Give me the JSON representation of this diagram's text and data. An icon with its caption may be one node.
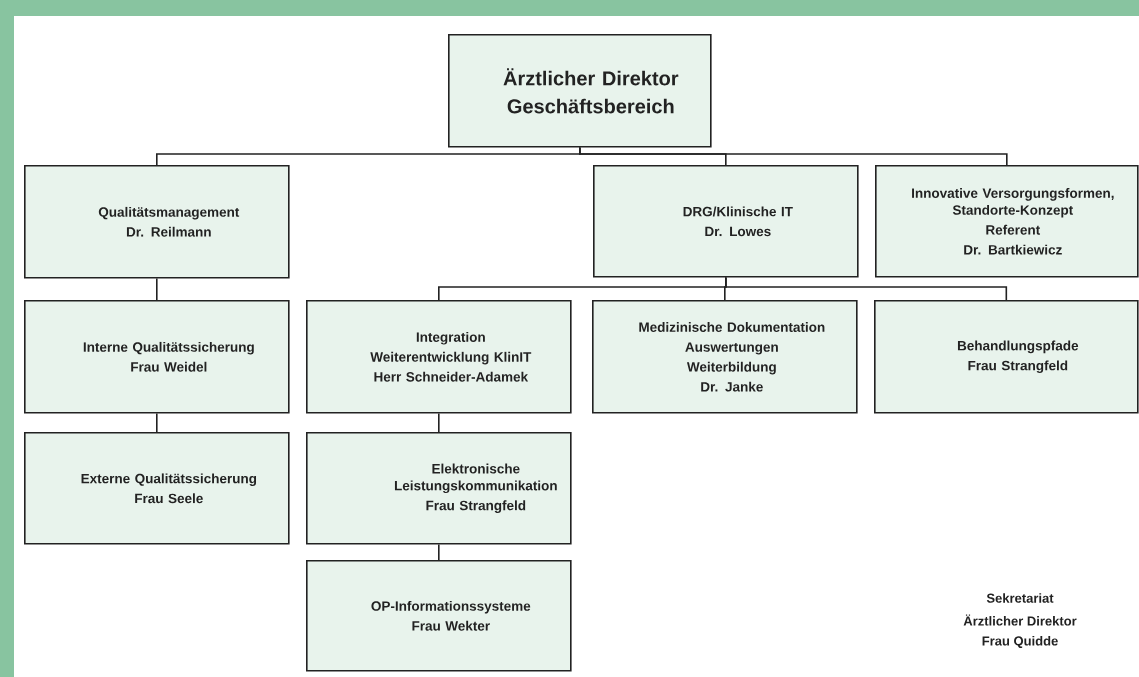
{
  "diagram": {
    "nodes": [
      {
        "text": [
          "Ärztlicher Direktor",
          "Geschäftsbereich"
        ]
      },
      {
        "text": [
          "Qualitätsmanagement",
          "Dr. Reilmann"
        ]
      },
      {
        "text": [
          "DRG/Klinische IT",
          "Dr. Lowes"
        ]
      },
      {
        "text": [
          "Innovative Versorgungsformen, Standorte-Konzept",
          "Referent",
          "Dr. Bartkiewicz"
        ]
      },
      {
        "text": [
          "Interne Qualitätssicherung",
          "Frau Weidel"
        ]
      },
      {
        "text": [
          "Integration",
          "Weiterentwicklung KlinIT",
          "Herr Schneider-Adamek"
        ]
      },
      {
        "text": [
          "Medizinische Dokumentation",
          "Auswertungen",
          "Weiterbildung",
          "Dr. Janke"
        ]
      },
      {
        "text": [
          "Behandlungspfade",
          "Frau Strangfeld"
        ]
      },
      {
        "text": [
          "Externe Qualitätssicherung",
          "Frau Seele"
        ]
      },
      {
        "text": [
          "Elektronische Leistungskommunikation",
          "Frau Strangfeld"
        ]
      },
      {
        "text": [
          "OP-Informationssysteme",
          "Frau Wekter"
        ]
      }
    ],
    "edges": [
      {
        "from": 0,
        "to": 1,
        "arrow": "none"
      },
      {
        "from": 0,
        "to": 2,
        "arrow": "none"
      },
      {
        "from": 0,
        "to": 3,
        "arrow": "none"
      },
      {
        "from": 1,
        "to": 4,
        "arrow": "none"
      },
      {
        "from": 4,
        "to": 8,
        "arrow": "none"
      },
      {
        "from": 2,
        "to": 5,
        "arrow": "none"
      },
      {
        "from": 2,
        "to": 6,
        "arrow": "none"
      },
      {
        "from": 2,
        "to": 7,
        "arrow": "none"
      },
      {
        "from": 5,
        "to": 9,
        "arrow": "none"
      },
      {
        "from": 9,
        "to": 10,
        "arrow": "none"
      }
    ],
    "labels": [
      "Sekretariat",
      "Ärztlicher Direktor",
      "Frau Quidde"
    ]
  }
}
